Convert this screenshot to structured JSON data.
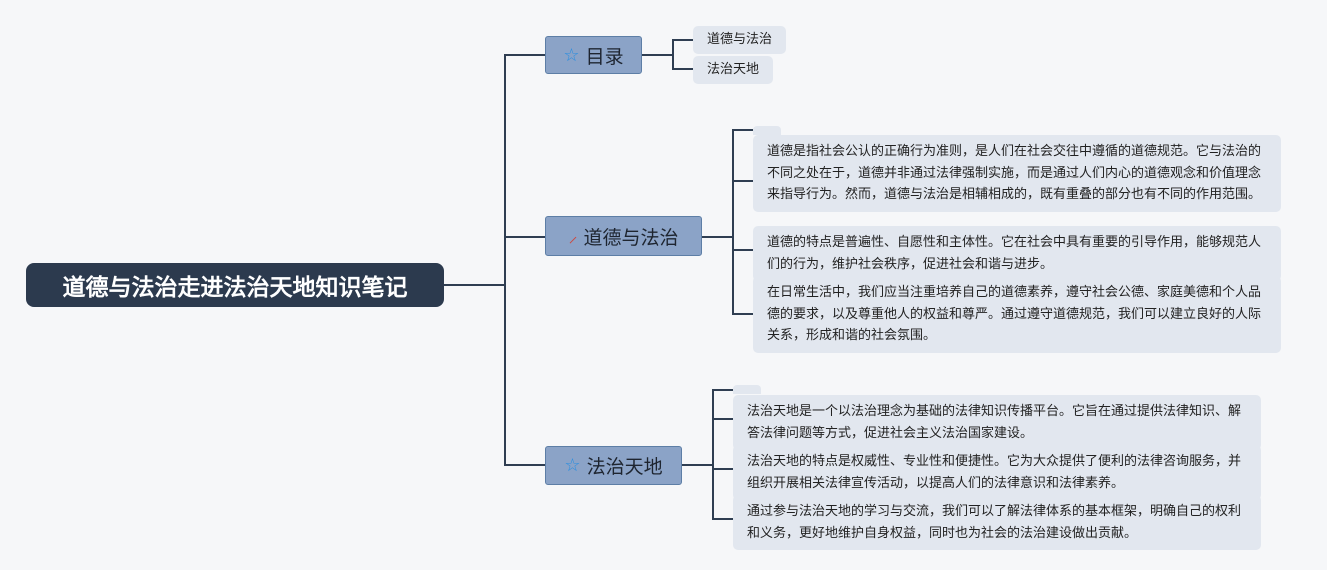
{
  "root": {
    "title": "道德与法治走进法治天地知识笔记"
  },
  "topics": [
    {
      "label": "目录",
      "icon": "star-icon",
      "children": [
        "道德与法治",
        "法治天地"
      ]
    },
    {
      "label": "道德与法治",
      "icon": "magic-wand-icon",
      "children": [
        "道德是指社会公认的正确行为准则，是人们在社会交往中遵循的道德规范。它与法治的不同之处在于，道德并非通过法律强制实施，而是通过人们内心的道德观念和价值理念来指导行为。然而，道德与法治是相辅相成的，既有重叠的部分也有不同的作用范围。",
        "道德的特点是普遍性、自愿性和主体性。它在社会中具有重要的引导作用，能够规范人们的行为，维护社会秩序，促进社会和谐与进步。",
        "在日常生活中，我们应当注重培养自己的道德素养，遵守社会公德、家庭美德和个人品德的要求，以及尊重他人的权益和尊严。通过遵守道德规范，我们可以建立良好的人际关系，形成和谐的社会氛围。"
      ]
    },
    {
      "label": "法治天地",
      "icon": "star-icon",
      "children": [
        "法治天地是一个以法治理念为基础的法律知识传播平台。它旨在通过提供法律知识、解答法律问题等方式，促进社会主义法治国家建设。",
        "法治天地的特点是权威性、专业性和便捷性。它为大众提供了便利的法律咨询服务，并组织开展相关法律宣传活动，以提高人们的法律意识和法律素养。",
        "通过参与法治天地的学习与交流，我们可以了解法律体系的基本框架，明确自己的权利和义务，更好地维护自身权益，同时也为社会的法治建设做出贡献。"
      ]
    }
  ],
  "colors": {
    "root": "#2c3a4e",
    "topic": "#8ba3c7",
    "leaf": "#e2e7ef",
    "star": "#2a8ee0",
    "wand": "#d0463c"
  }
}
